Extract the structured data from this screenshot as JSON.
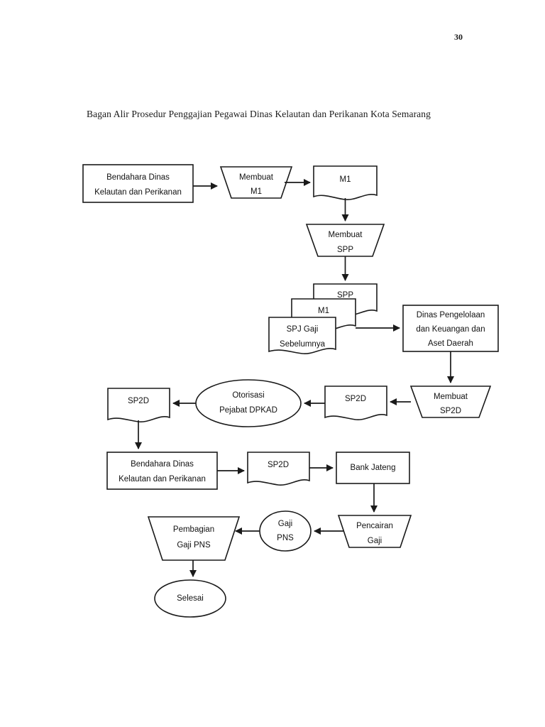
{
  "document": {
    "page_number": "30",
    "title": "Bagan Alir Prosedur Penggajian Pegawai Dinas Kelautan dan Perikanan Kota Semarang"
  },
  "chart_data": {
    "type": "diagram",
    "diagram_type": "flowchart",
    "title": "Bagan Alir Prosedur Penggajian Pegawai Dinas Kelautan dan Perikanan Kota Semarang",
    "orientation": "top-to-bottom serpentine",
    "nodes": [
      {
        "id": "n1",
        "shape": "rectangle",
        "lines": [
          "Bendahara Dinas",
          "Kelautan dan Perikanan"
        ]
      },
      {
        "id": "n2",
        "shape": "trapezoid",
        "lines": [
          "Membuat",
          "M1"
        ]
      },
      {
        "id": "n3",
        "shape": "document",
        "lines": [
          "M1"
        ]
      },
      {
        "id": "n4",
        "shape": "trapezoid",
        "lines": [
          "Membuat",
          "SPP"
        ]
      },
      {
        "id": "n5",
        "shape": "document",
        "lines": [
          "SPP"
        ]
      },
      {
        "id": "n6",
        "shape": "document",
        "lines": [
          "M1"
        ]
      },
      {
        "id": "n7",
        "shape": "document",
        "lines": [
          "SPJ Gaji",
          "Sebelumnya"
        ]
      },
      {
        "id": "n8",
        "shape": "rectangle",
        "lines": [
          "Dinas Pengelolaan",
          "dan Keuangan dan",
          "Aset Daerah"
        ]
      },
      {
        "id": "n9",
        "shape": "trapezoid",
        "lines": [
          "Membuat",
          "SP2D"
        ]
      },
      {
        "id": "n10",
        "shape": "document",
        "lines": [
          "SP2D"
        ]
      },
      {
        "id": "n11",
        "shape": "ellipse",
        "lines": [
          "Otorisasi",
          "Pejabat DPKAD"
        ]
      },
      {
        "id": "n12",
        "shape": "document",
        "lines": [
          "SP2D"
        ]
      },
      {
        "id": "n13",
        "shape": "rectangle",
        "lines": [
          "Bendahara Dinas",
          "Kelautan dan Perikanan"
        ]
      },
      {
        "id": "n14",
        "shape": "document",
        "lines": [
          "SP2D"
        ]
      },
      {
        "id": "n15",
        "shape": "rectangle",
        "lines": [
          "Bank Jateng"
        ]
      },
      {
        "id": "n16",
        "shape": "trapezoid",
        "lines": [
          "Pencairan",
          "Gaji"
        ]
      },
      {
        "id": "n17",
        "shape": "ellipse",
        "lines": [
          "Gaji",
          "PNS"
        ]
      },
      {
        "id": "n18",
        "shape": "trapezoid",
        "lines": [
          "Pembagian",
          "Gaji PNS"
        ]
      },
      {
        "id": "n19",
        "shape": "ellipse",
        "lines": [
          "Selesai"
        ]
      }
    ],
    "edges": [
      {
        "from": "n1",
        "to": "n2",
        "direction": "right"
      },
      {
        "from": "n2",
        "to": "n3",
        "direction": "right"
      },
      {
        "from": "n3",
        "to": "n4",
        "direction": "down"
      },
      {
        "from": "n4",
        "to": "n5",
        "direction": "down"
      },
      {
        "from": "n6",
        "to": "n8",
        "direction": "right"
      },
      {
        "from": "n8",
        "to": "n9",
        "direction": "down"
      },
      {
        "from": "n9",
        "to": "n10",
        "direction": "left"
      },
      {
        "from": "n10",
        "to": "n11",
        "direction": "left"
      },
      {
        "from": "n11",
        "to": "n12",
        "direction": "left"
      },
      {
        "from": "n12",
        "to": "n13",
        "direction": "down"
      },
      {
        "from": "n13",
        "to": "n14",
        "direction": "right"
      },
      {
        "from": "n14",
        "to": "n15",
        "direction": "right"
      },
      {
        "from": "n15",
        "to": "n16",
        "direction": "down"
      },
      {
        "from": "n16",
        "to": "n17",
        "direction": "left"
      },
      {
        "from": "n17",
        "to": "n18",
        "direction": "left"
      },
      {
        "from": "n18",
        "to": "n19",
        "direction": "down"
      }
    ],
    "colors": {
      "stroke": "#1a1a1a",
      "fill": "#ffffff",
      "text": "#111111"
    }
  }
}
